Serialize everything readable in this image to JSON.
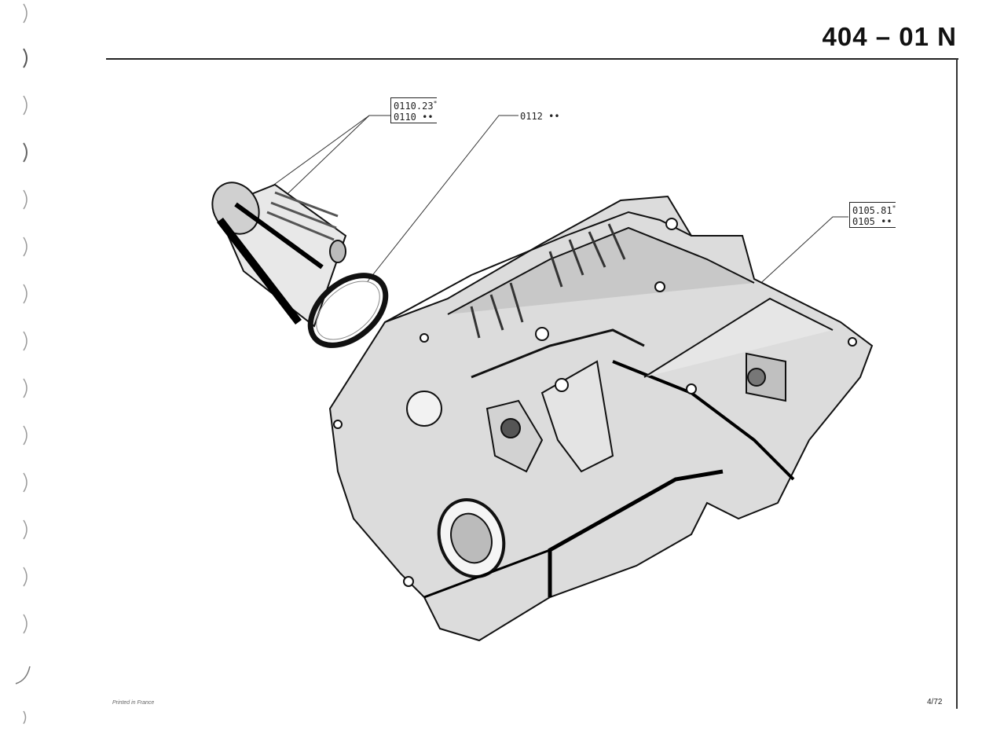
{
  "header": {
    "title": "404 – 01 N"
  },
  "callouts": {
    "liner": {
      "line1": "0110.23",
      "line1_mark": "*",
      "line2": "0110 ••"
    },
    "seal": {
      "label": "0112 ••"
    },
    "block": {
      "line1": "0105.81",
      "line1_mark": "*",
      "line2": "0105 ••"
    }
  },
  "footer": {
    "left": "Printed in France",
    "right": "4/72"
  },
  "icons": {
    "binder": "binder-hole-icon",
    "liner": "cylinder-liner-icon",
    "seal": "seal-ring-icon",
    "block": "cylinder-block-icon"
  }
}
